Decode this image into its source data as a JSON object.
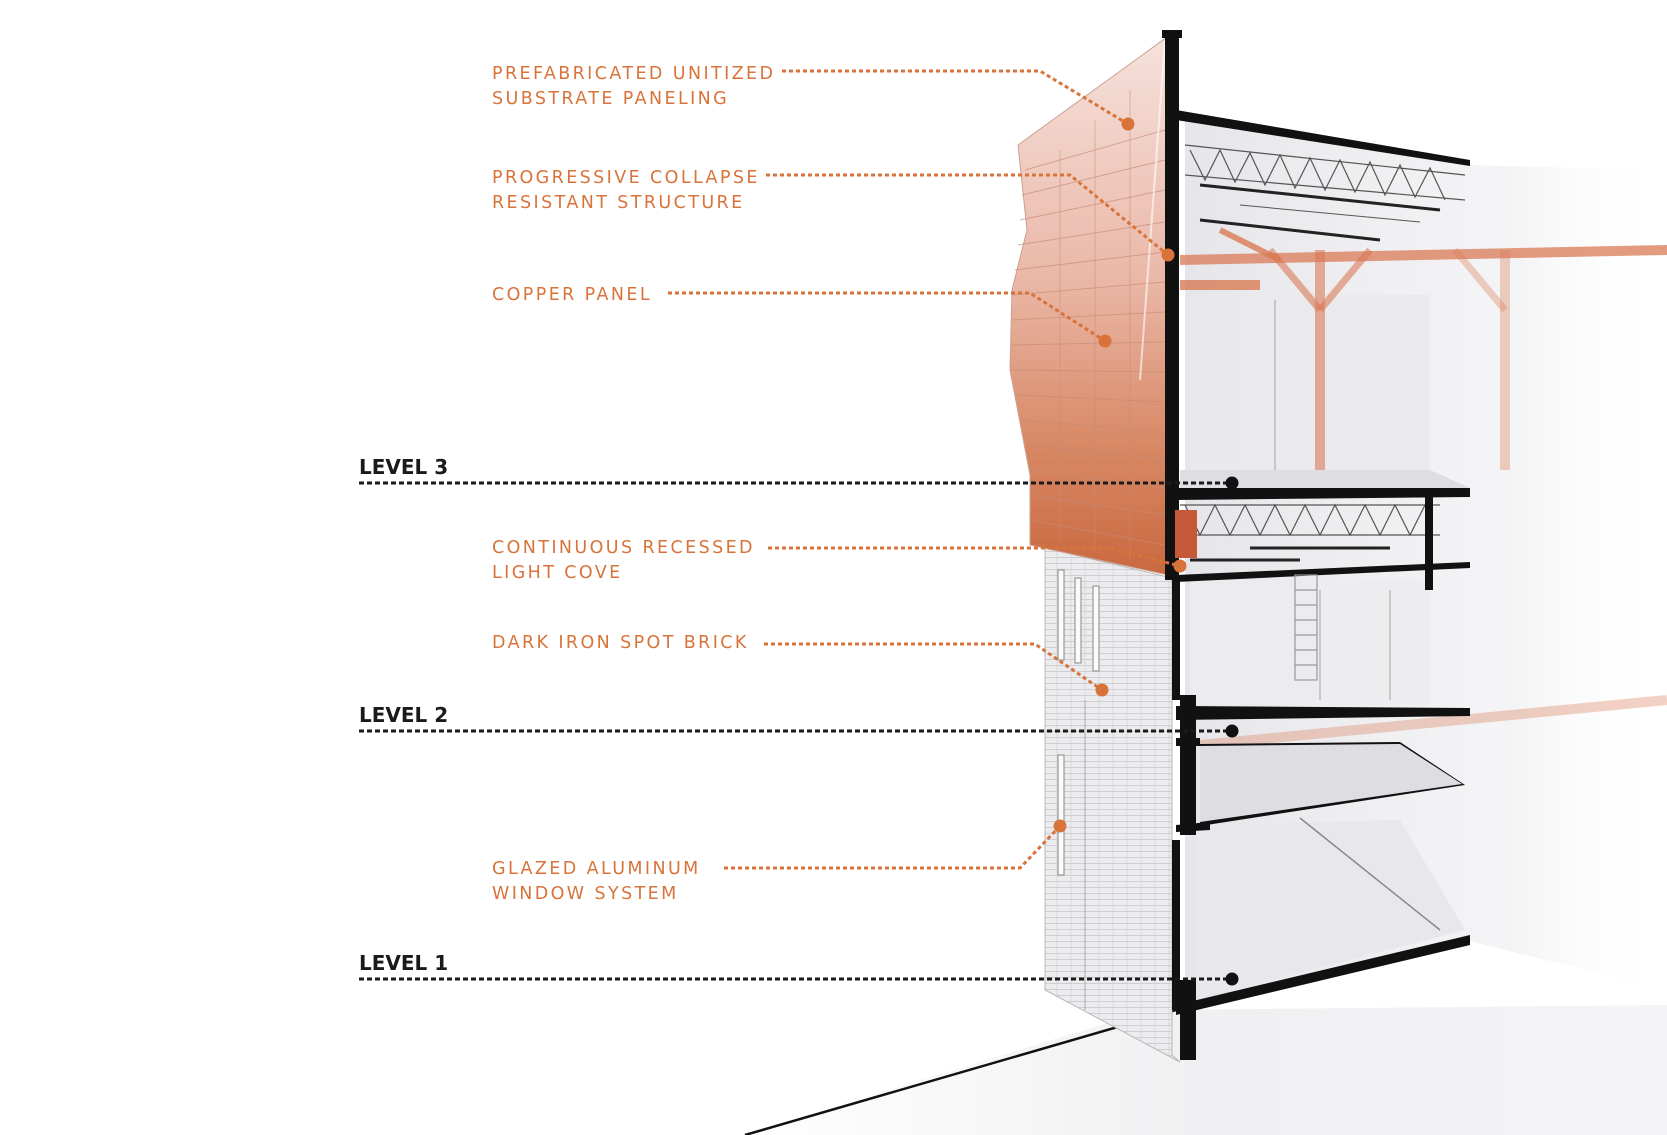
{
  "callouts": [
    {
      "id": "prefabricated-unitized-substrate-paneling",
      "lines": [
        "PREFABRICATED UNITIZED",
        "SUBSTRATE PANELING"
      ]
    },
    {
      "id": "progressive-collapse-resistant-structure",
      "lines": [
        "PROGRESSIVE COLLAPSE",
        "RESISTANT STRUCTURE"
      ]
    },
    {
      "id": "copper-panel",
      "lines": [
        "COPPER PANEL"
      ]
    },
    {
      "id": "continuous-recessed-light-cove",
      "lines": [
        "CONTINUOUS RECESSED",
        "LIGHT COVE"
      ]
    },
    {
      "id": "dark-iron-spot-brick",
      "lines": [
        "DARK IRON SPOT BRICK"
      ]
    },
    {
      "id": "glazed-aluminum-window-system",
      "lines": [
        "GLAZED ALUMINUM",
        "WINDOW SYSTEM"
      ]
    }
  ],
  "levels": [
    {
      "id": "level-3",
      "label": "LEVEL 3"
    },
    {
      "id": "level-2",
      "label": "LEVEL 2"
    },
    {
      "id": "level-1",
      "label": "LEVEL 1"
    }
  ],
  "colors": {
    "accent": "#d8733a",
    "level_ink": "#1a1a1a",
    "copper_light": "#f3d9cf",
    "copper_dark": "#c4694a",
    "brick": "#e4e4e6",
    "structure_steel": "#d97a55",
    "slab": "#111111"
  }
}
